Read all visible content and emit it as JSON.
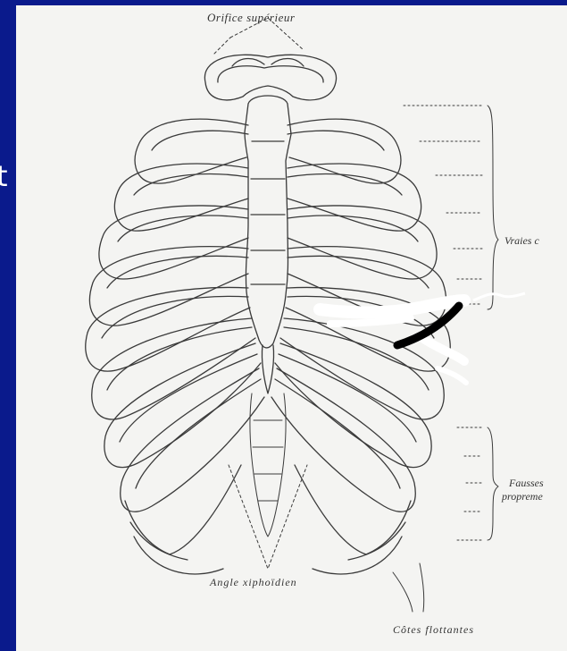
{
  "labels": {
    "orifice": "Orifice supérieur",
    "vraies": "Vraies c",
    "fausses_line1": "Fausses",
    "fausses_line2": "propreme",
    "angle": "Angle xiphoïdien",
    "cotes_flottantes": "Côtes flottantes",
    "side_glyph": "t"
  },
  "colors": {
    "background_border": "#0a1a8c",
    "panel": "#f4f4f2",
    "line": "#3a3a3a"
  }
}
